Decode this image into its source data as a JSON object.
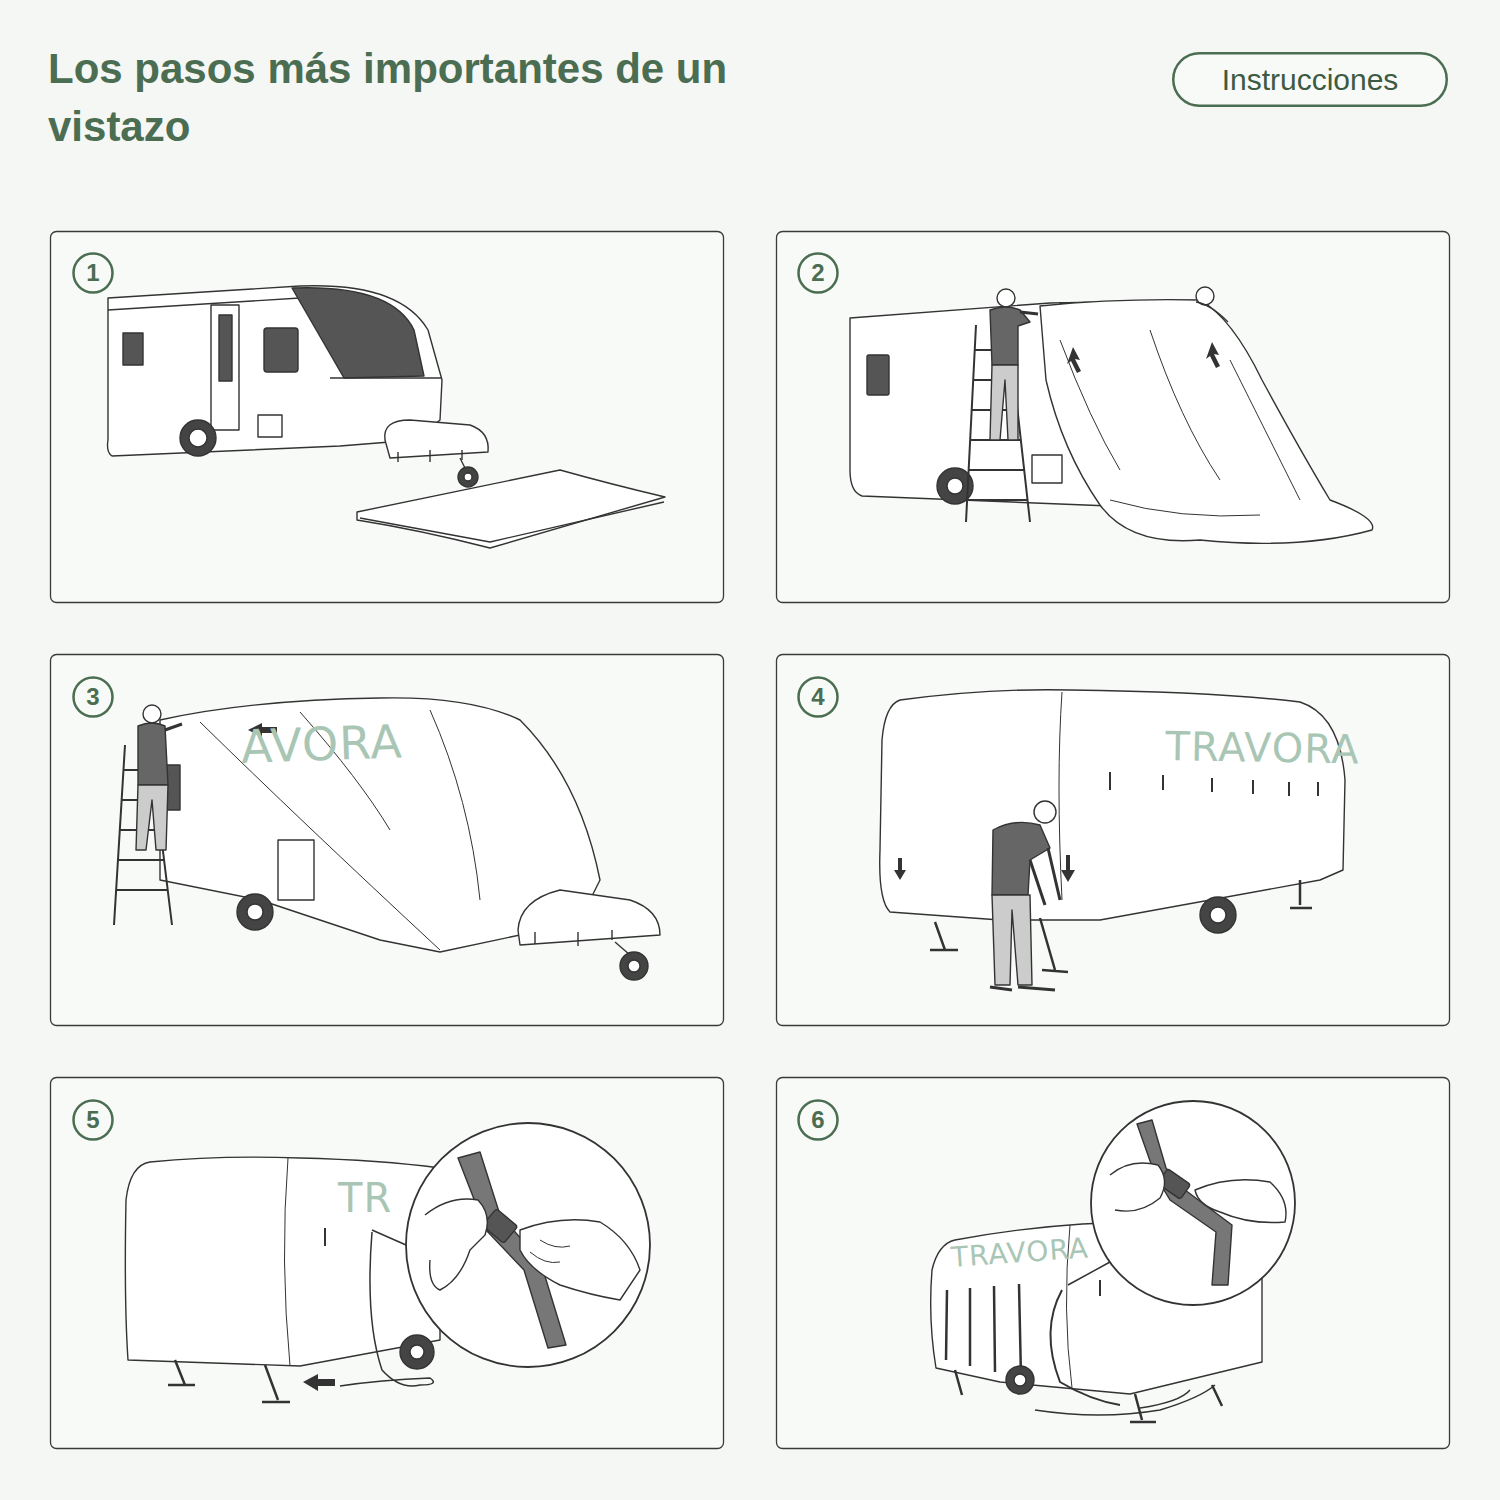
{
  "diagram": {
    "title": "Los pasos más importantes de un vistazo",
    "nodes": [
      {
        "text": [
          "Instrucciones"
        ]
      },
      {
        "text": [
          "1"
        ]
      },
      {
        "text": [
          "2"
        ]
      },
      {
        "text": [
          "3"
        ]
      },
      {
        "text": [
          "4"
        ]
      },
      {
        "text": [
          "5"
        ]
      },
      {
        "text": [
          "6"
        ]
      }
    ],
    "labels": [
      "AVORA",
      "TRAVORA",
      "TR",
      "TRAVORA"
    ]
  }
}
